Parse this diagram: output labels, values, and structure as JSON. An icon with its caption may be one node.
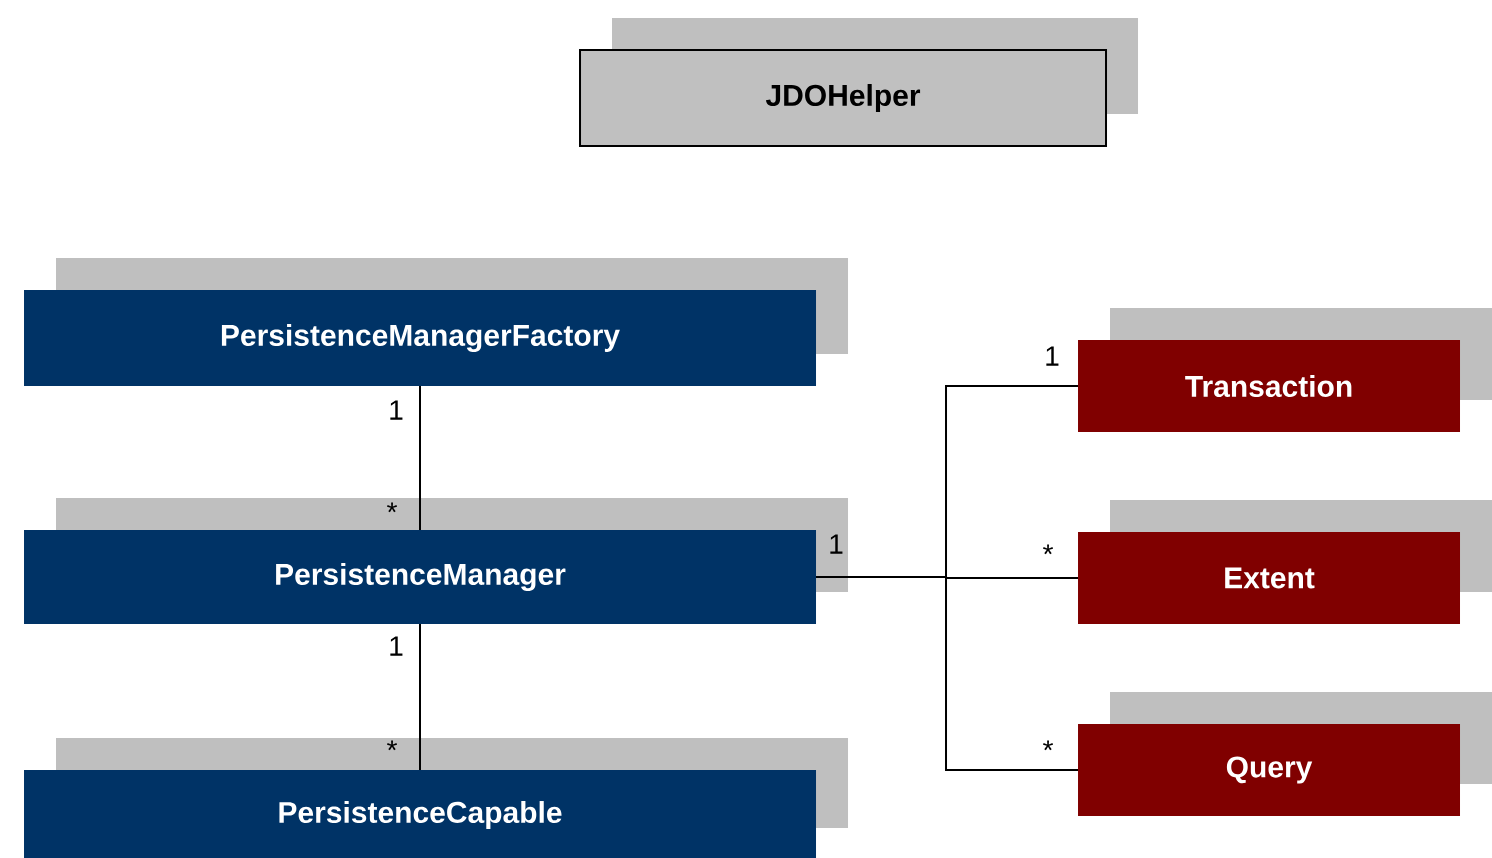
{
  "diagram": {
    "nodes": [
      {
        "text": [
          "JDOHelper"
        ]
      },
      {
        "text": [
          "PersistenceManagerFactory"
        ]
      },
      {
        "text": [
          "PersistenceManager"
        ]
      },
      {
        "text": [
          "PersistenceCapable"
        ]
      },
      {
        "text": [
          "Transaction"
        ]
      },
      {
        "text": [
          "Extent"
        ]
      },
      {
        "text": [
          "Query"
        ]
      }
    ],
    "edges": [
      {
        "from": 1,
        "to": 2,
        "arrow": "none"
      },
      {
        "from": 2,
        "to": 3,
        "arrow": "none"
      },
      {
        "from": 2,
        "to": 4,
        "arrow": "none"
      },
      {
        "from": 2,
        "to": 5,
        "arrow": "none"
      },
      {
        "from": 2,
        "to": 6,
        "arrow": "none"
      }
    ],
    "labels": [
      "1",
      "1",
      "*",
      "1",
      "*",
      "1",
      "*",
      "*"
    ]
  }
}
